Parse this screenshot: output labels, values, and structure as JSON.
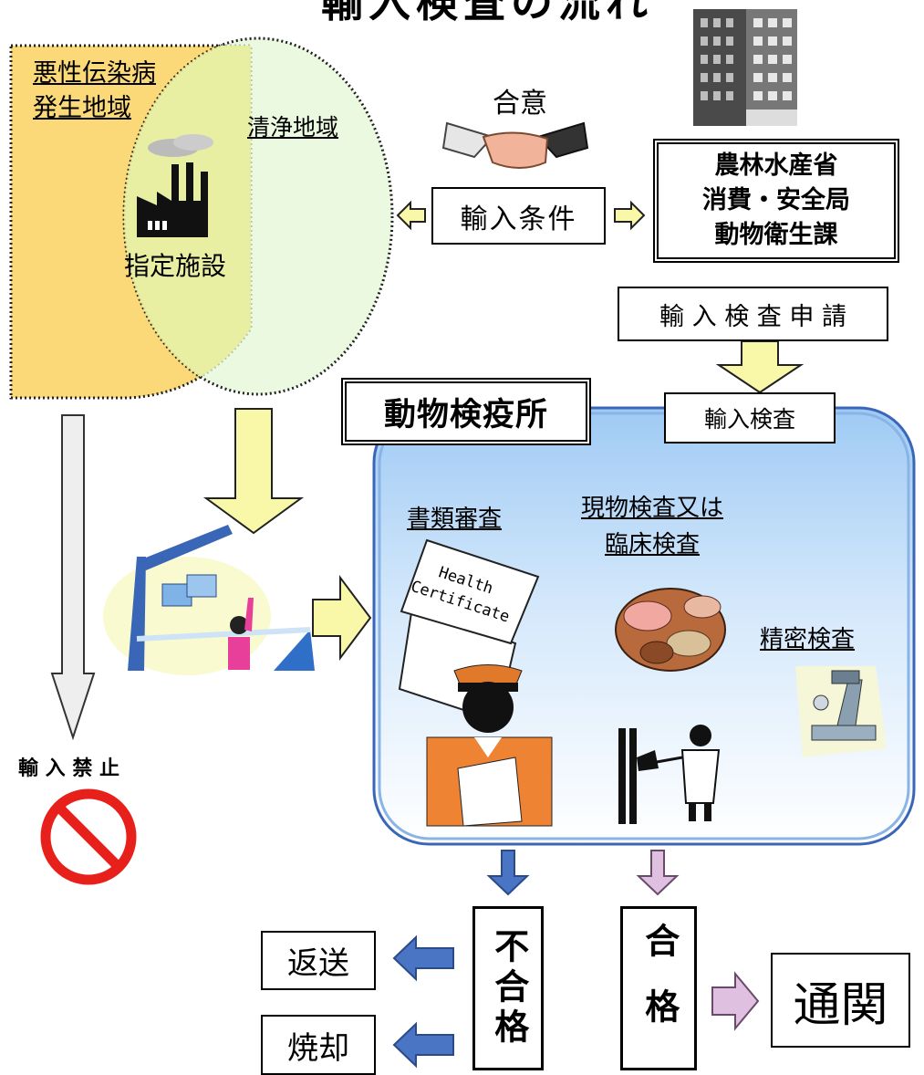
{
  "title": "輸入検査の流れ",
  "regions": {
    "disease_area_line1": "悪性伝染病",
    "disease_area_line2": "発生地域",
    "clean_area": "清浄地域",
    "facility": "指定施設"
  },
  "agreement": "合意",
  "import_conditions": "輸入条件",
  "ministry": {
    "line1": "農林水産省",
    "line2": "消費・安全局",
    "line3": "動物衛生課"
  },
  "application": "輸 入 検 査 申 請",
  "quarantine_station": "動物検疫所",
  "inspection": "輸入検査",
  "document_review": "書類審査",
  "physical_exam": {
    "line1": "現物検査又は",
    "line2": "臨床検査"
  },
  "detailed_exam": "精密検査",
  "certificate_text": "Health Certificate",
  "prohibited": "輸 入 禁 止",
  "fail": "不合格",
  "pass": "合格",
  "return": "返送",
  "incinerate": "焼却",
  "clearance": "通関",
  "colors": {
    "disease_area": "#fbd978",
    "clean_area": "#e3f7d4",
    "arrow_yellow": "#f8f8a8",
    "arrow_blue": "#4a74c4",
    "arrow_pink": "#e0c0e0",
    "arrow_gray": "#eeeeee",
    "station_top": "#a9cff5",
    "prohibit_red": "#e8201c"
  }
}
